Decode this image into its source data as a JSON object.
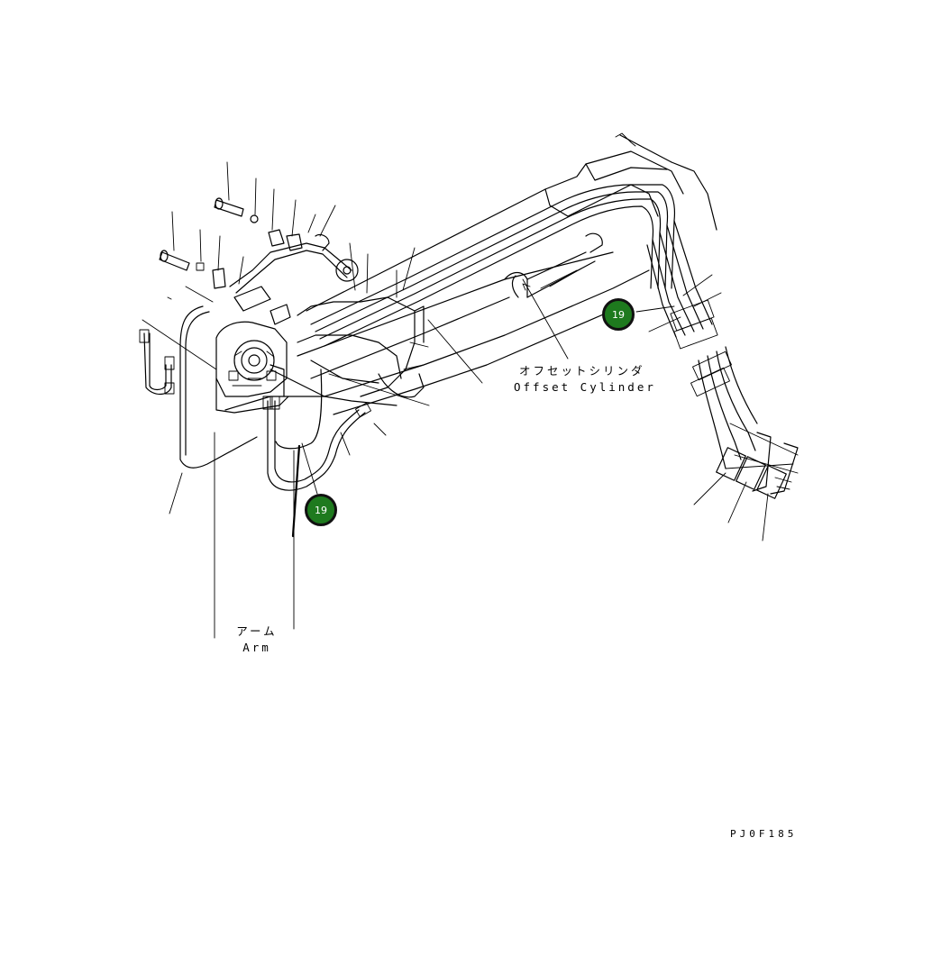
{
  "labels": {
    "offset_cylinder_jp": "オフセットシリンダ",
    "offset_cylinder_en": "Offset Cylinder",
    "arm_jp": "アーム",
    "arm_en": "Arm"
  },
  "callouts": [
    {
      "number": "19",
      "color": "#1e7a1e"
    },
    {
      "number": "19",
      "color": "#1e7a1e"
    }
  ],
  "drawing_code": "PJ0F185"
}
